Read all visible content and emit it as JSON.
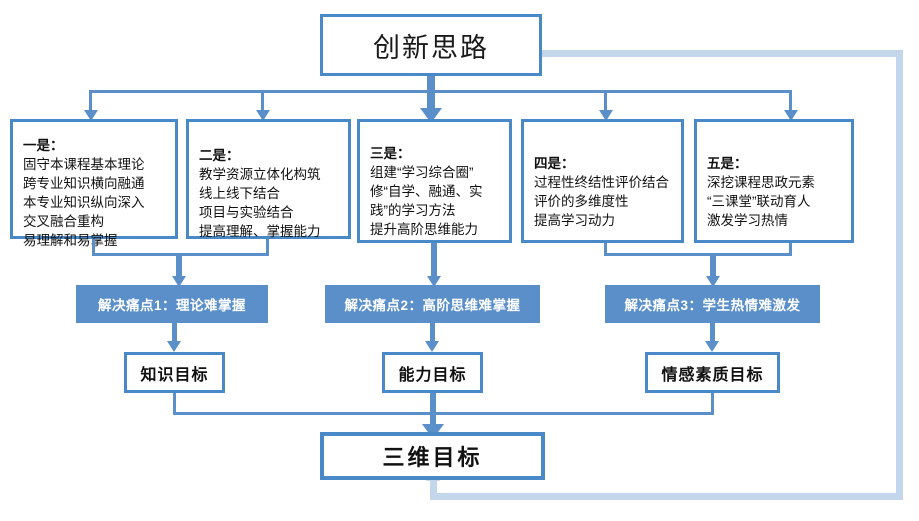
{
  "diagram": {
    "title_box": {
      "label": "创新思路"
    },
    "idea_boxes": [
      {
        "head": "一是：",
        "lines": [
          "固守本课程基本理论",
          "跨专业知识横向融通",
          "本专业知识纵向深入",
          "交叉融合重构",
          "易理解和易掌握"
        ]
      },
      {
        "head": "二是：",
        "lines": [
          "教学资源立体化构筑",
          "线上线下结合",
          "项目与实验结合",
          "提高理解、掌握能力"
        ]
      },
      {
        "head": "三是：",
        "lines": [
          "组建“学习综合圈”",
          "修“自学、融通、实",
          "践”的学习方法",
          "提升高阶思维能力"
        ]
      },
      {
        "head": "四是：",
        "lines": [
          "过程性终结性评价结合",
          "评价的多维度性",
          "提高学习动力"
        ]
      },
      {
        "head": "五是：",
        "lines": [
          "深挖课程思政元素",
          "“三课堂”联动育人",
          "激发学习热情"
        ]
      }
    ],
    "pain_bars": [
      {
        "label": "解决痛点1：理论难掌握"
      },
      {
        "label": "解决痛点2：高阶思维难掌握"
      },
      {
        "label": "解决痛点3：学生热情难激发"
      }
    ],
    "goal_boxes": [
      {
        "label": "知识目标"
      },
      {
        "label": "能力目标"
      },
      {
        "label": "情感素质目标"
      }
    ],
    "final_box": {
      "label": "三维目标"
    },
    "colors": {
      "box_border": "#4A89C8",
      "bar_fill": "#5B8FC9",
      "connector": "#5B8FC9",
      "feedback_line": "#C3D6EC",
      "text": "#111111",
      "bar_text": "#FFFFFF",
      "background": "#FFFFFF"
    }
  }
}
